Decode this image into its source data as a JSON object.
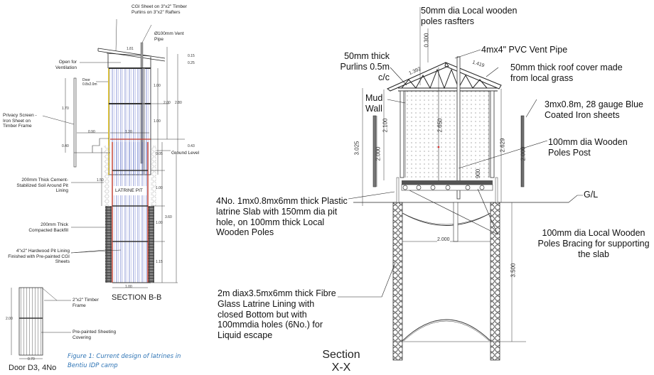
{
  "left_drawing": {
    "title": "SECTION B-B",
    "labels": {
      "roof": "CGI Sheet on 3\"x2\" Timber Purlins on 3\"x2\" Rafters",
      "vent_pipe": "Ø100mm Vent Pipe",
      "open_ventilation": "Open for Ventilation",
      "door": "Door 0.8x2.0m",
      "privacy_screen": "Privacy Screen - Iron Sheet on Timber Frame",
      "ground_level": "Ground Level",
      "stabilized_soil": "200mm Thick Cement-Stabilized Soil Around Pit Lining",
      "latrine_pit": "LATRINE PIT",
      "backfill": "200mm Thick Compacted Backfill",
      "pit_lining": "4\"x2\" Hardwood Pit Lining Finished with Pre-painted CGI Sheets"
    },
    "dimensions": {
      "roof_slope": "1.81",
      "d015": "0.15",
      "d025": "0.25",
      "upper_100a": "1.00",
      "upper_100b": "1.00",
      "d200": "2.00",
      "d280": "2.80",
      "d170": "1.70",
      "d090": "0.90",
      "d120": "1.20",
      "d040": "0.40",
      "d043": "0.43",
      "d005": "0.05",
      "d150": "1.50",
      "pit_100a": "1.00",
      "pit_100b": "1.00",
      "d360": "3.60",
      "d115": "1.15",
      "pit_width": "1.00"
    }
  },
  "door_drawing": {
    "title": "Door D3, 4No",
    "timber_frame": "2\"x2\" Timber Frame",
    "sheeting": "Pre-painted Sheeting Covering",
    "height": "2.00",
    "width": "0.70"
  },
  "caption": "Figure 1: Current design of latrines in Bentiu IDP camp",
  "right_drawing": {
    "title_line1": "Section",
    "title_line2": "X-X",
    "labels": {
      "rafters": "50mm dia Local wooden poles rasfters",
      "vent_pipe": "4mx4\" PVC Vent Pipe",
      "purlins": "50mm thick Purlins 0.5m c/c",
      "roof_cover": "50mm thick roof cover made from local grass",
      "mud_wall": "Mud Wall",
      "iron_sheets": "3mx0.8m, 28 gauge Blue Coated Iron sheets",
      "poles_post": "100mm dia Wooden Poles Post",
      "ground_level": "G/L",
      "slab": "4No. 1mx0.8mx6mm thick Plastic latrine Slab with 150mm dia pit hole, on 100mm thick Local Wooden Poles",
      "bracing": "100mm dia  Local Wooden Poles Bracing for supporting the slab",
      "lining": "2m diax3.5mx6mm thick Fibre Glass Latrine Lining with closed Bottom but with 100mmdia holes (6No.) for Liquid escape"
    },
    "dimensions": {
      "d0300": "0.300",
      "d1392": "1.392",
      "d1419": "1.419",
      "d3025": "3.025",
      "d2100": "2.100",
      "d2000_left": "2.000",
      "d2650": "2.650",
      "d2629": "2.629",
      "d2000_right": "2.000",
      "d900": "900",
      "d2000_pit": "2.000",
      "d3500": "3.500"
    }
  },
  "colors": {
    "line": "#222222",
    "pit_lining_red": "#c0392b",
    "sheet_blue": "#3a4fb8",
    "door_yellow": "#d8c040",
    "caption_blue": "#2e74b5"
  }
}
